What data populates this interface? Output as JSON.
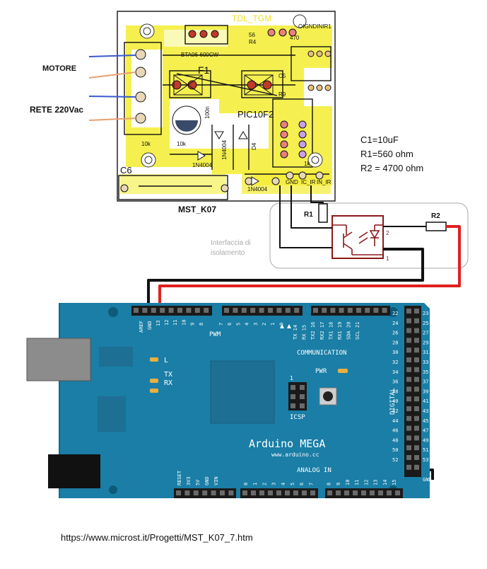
{
  "labels": {
    "motore": "MOTORE",
    "rete": "RETE 220Vac",
    "board_name": "MST_K07",
    "interface_line1": "Interfaccia di",
    "interface_line2": "isolamento",
    "url": "https://www.microst.it/Progetti/MST_K07_7.htm"
  },
  "component_values": {
    "c1": "C1=10uF",
    "r1": "R1=560 ohm",
    "r2": "R2 = 4700 ohm"
  },
  "isolation": {
    "r1_label": "R1",
    "r2_label": "R2"
  },
  "pcb": {
    "tdl": "TDL_TGM",
    "f1": "F1",
    "c6": "C6",
    "pic": "PIC10F2",
    "d1": "1N4004",
    "d2": "1N4004",
    "d3": "1N4004",
    "d4": "D4",
    "bta": "BTA06-600CW",
    "r4": "R4",
    "r9": "R9",
    "c5": "C5",
    "res56": "56",
    "res470": "470",
    "res10k_a": "10k",
    "res10k_b": "10k",
    "res100n": "100n",
    "res1k": "1k",
    "pin_gnd": "GND",
    "pin_in": "IN_IR",
    "pin_out": "IC_IR",
    "top_pins": "OIGNDINIR1"
  },
  "arduino": {
    "title": "Arduino MEGA",
    "url": "www.arduino.cc",
    "pwm": "PWM",
    "communication": "COMMUNICATION",
    "analog_in": "ANALOG IN",
    "digital": "DIGITAL",
    "icsp": "ICSP",
    "icsp_num": "1",
    "pwr": "PWR",
    "led_l": "L",
    "led_tx": "TX",
    "led_rx": "RX",
    "aref": "AREF",
    "gnd_top": "GND",
    "gnd_bottom": "GND",
    "pin13": "13",
    "pin_labels_pwm": [
      "12",
      "11",
      "10",
      "9",
      "8",
      "7",
      "6",
      "5",
      "4",
      "3",
      "2",
      "1",
      "0"
    ],
    "pin_labels_comm": [
      "TX 14",
      "RX 15",
      "TX2 16",
      "RX2 17",
      "TX1 18",
      "RX1 19",
      "SDA 20",
      "SCL 21"
    ],
    "power_labels": [
      "RESET",
      "3V3",
      "5V",
      "GND",
      "VIN"
    ],
    "analog_labels": [
      "0",
      "1",
      "2",
      "3",
      "4",
      "5",
      "6",
      "7",
      "8",
      "9",
      "10",
      "11",
      "12",
      "13",
      "14",
      "15"
    ],
    "digital_left": [
      "22",
      "24",
      "26",
      "28",
      "30",
      "32",
      "34",
      "36",
      "38",
      "40",
      "42",
      "44",
      "46",
      "48",
      "50",
      "52"
    ],
    "digital_right": [
      "23",
      "25",
      "27",
      "29",
      "31",
      "33",
      "35",
      "37",
      "39",
      "41",
      "43",
      "45",
      "47",
      "49",
      "51",
      "53"
    ]
  }
}
